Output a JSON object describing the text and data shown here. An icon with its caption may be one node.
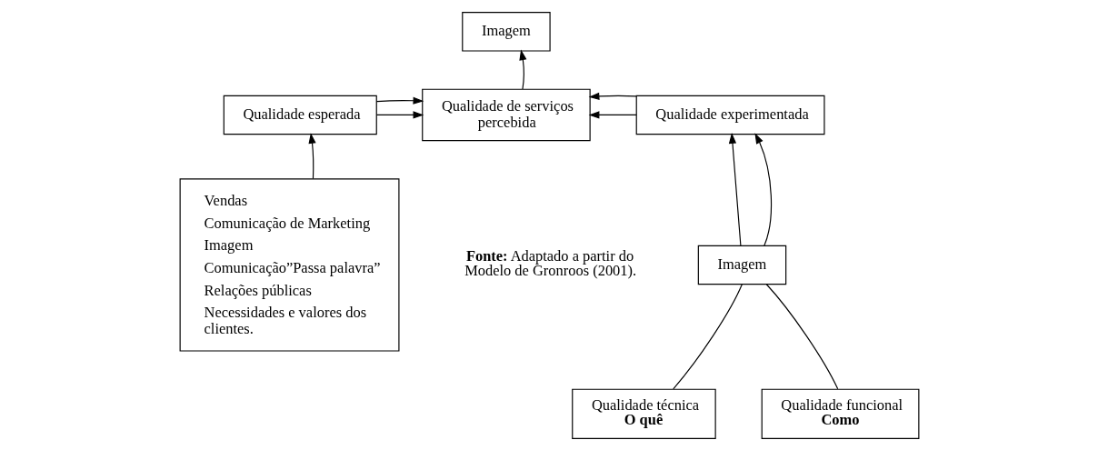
{
  "diagram": {
    "nodes": [
      {
        "text": [
          "Imagem"
        ]
      },
      {
        "text": [
          "Qualidade esperada"
        ]
      },
      {
        "text": [
          "Qualidade de serviços percebida"
        ]
      },
      {
        "text": [
          "Qualidade experimentada"
        ]
      },
      {
        "text": [
          "Vendas",
          "Comunicação de Marketing",
          "Imagem",
          "Comunicação”Passa palavra”",
          "Relações públicas",
          "Necessidades e valores dos clientes."
        ]
      },
      {
        "text": [
          "Imagem"
        ]
      },
      {
        "text": [
          "Qualidade técnica",
          "**O quê**"
        ]
      },
      {
        "text": [
          "Qualidade funcional",
          "**Como**"
        ]
      }
    ],
    "edges": [
      {
        "from": 1,
        "to": 2,
        "arrow": "to"
      },
      {
        "from": 1,
        "to": 2,
        "arrow": "to"
      },
      {
        "from": 2,
        "to": 0,
        "arrow": "to"
      },
      {
        "from": 3,
        "to": 2,
        "arrow": "to"
      },
      {
        "from": 3,
        "to": 2,
        "arrow": "to"
      },
      {
        "from": 4,
        "to": 1,
        "arrow": "to"
      },
      {
        "from": 5,
        "to": 3,
        "arrow": "to"
      },
      {
        "from": 5,
        "to": 3,
        "arrow": "to"
      },
      {
        "from": 6,
        "to": 5,
        "arrow": "none"
      },
      {
        "from": 7,
        "to": 5,
        "arrow": "none"
      }
    ],
    "labels": [
      "**Fonte:** Adaptado a partir do Modelo de Gronroos (2001)."
    ]
  }
}
